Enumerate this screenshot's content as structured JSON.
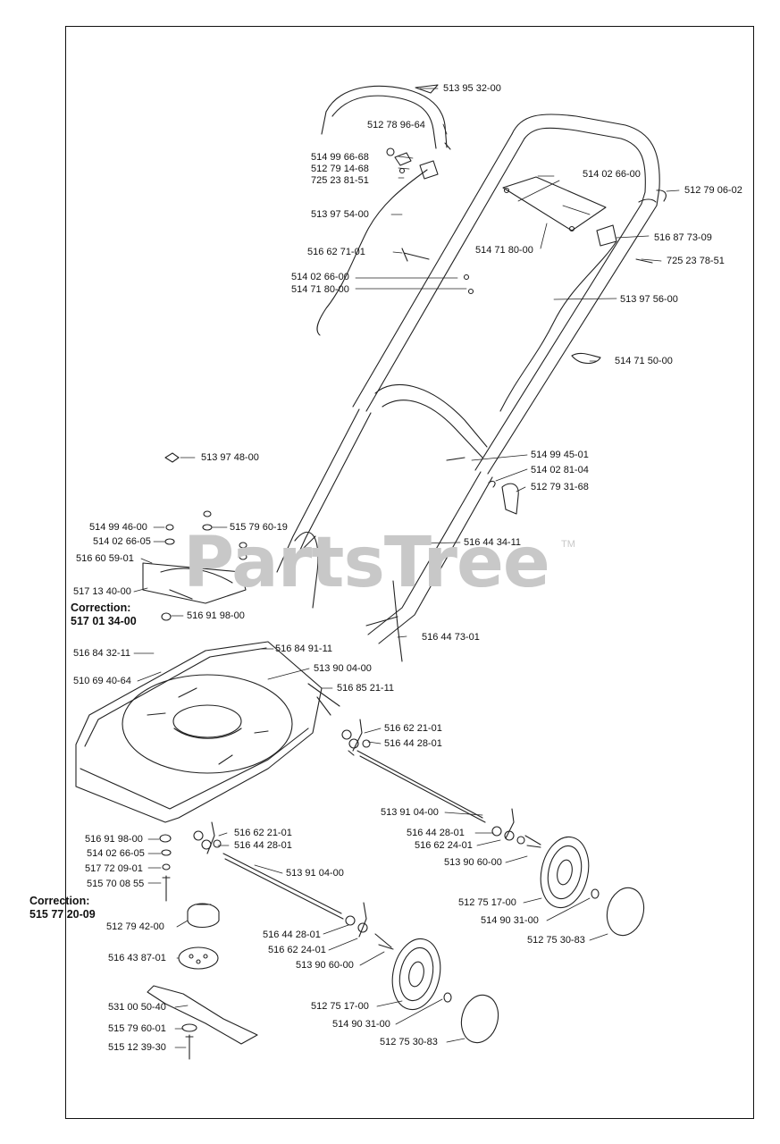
{
  "watermark": {
    "text": "PartsTree",
    "tm": "TM"
  },
  "corrections": [
    {
      "title": "Correction:",
      "part": "517 01 34-00"
    },
    {
      "title": "Correction:",
      "part": "515 77 20-09"
    }
  ],
  "labels": [
    "513 95 32-00",
    "512 78 96-64",
    "514 99 66-68",
    "512 79 14-68",
    "725 23 81-51",
    "514 02 66-00",
    "512 79 06-02",
    "513 97 54-00",
    "514 71 80-00",
    "516 87 73-09",
    "516 62 71-01",
    "725 23 78-51",
    "514 02 66-00",
    "514 71 80-00",
    "513 97 56-00",
    "514 71 50-00",
    "513 97 48-00",
    "514 99 45-01",
    "514 02 81-04",
    "512 79 31-68",
    "514 99 46-00",
    "515 79 60-19",
    "514 02 66-05",
    "516 44 34-11",
    "516 60 59-01",
    "517 13 40-00",
    "516 91 98-00",
    "516 44 73-01",
    "516 84 32-11",
    "516 84 91-11",
    "513 90 04-00",
    "510 69 40-64",
    "516 85 21-11",
    "516 62 21-01",
    "516 44 28-01",
    "513 91 04-00",
    "516 62 21-01",
    "516 44 28-01",
    "516 44 28-01",
    "516 91 98-00",
    "516 62 24-01",
    "514 02 66-05",
    "513 90 60-00",
    "517 72 09-01",
    "513 91 04-00",
    "515 70 08 55",
    "512 75 17-00",
    "514 90 31-00",
    "512 79 42-00",
    "512 75 30-83",
    "516 44 28-01",
    "516 62 24-01",
    "513 90 60-00",
    "516 43 87-01",
    "531 00 50-40",
    "512 75 17-00",
    "514 90 31-00",
    "515 79 60-01",
    "512 75 30-83",
    "515 12 39-30"
  ]
}
